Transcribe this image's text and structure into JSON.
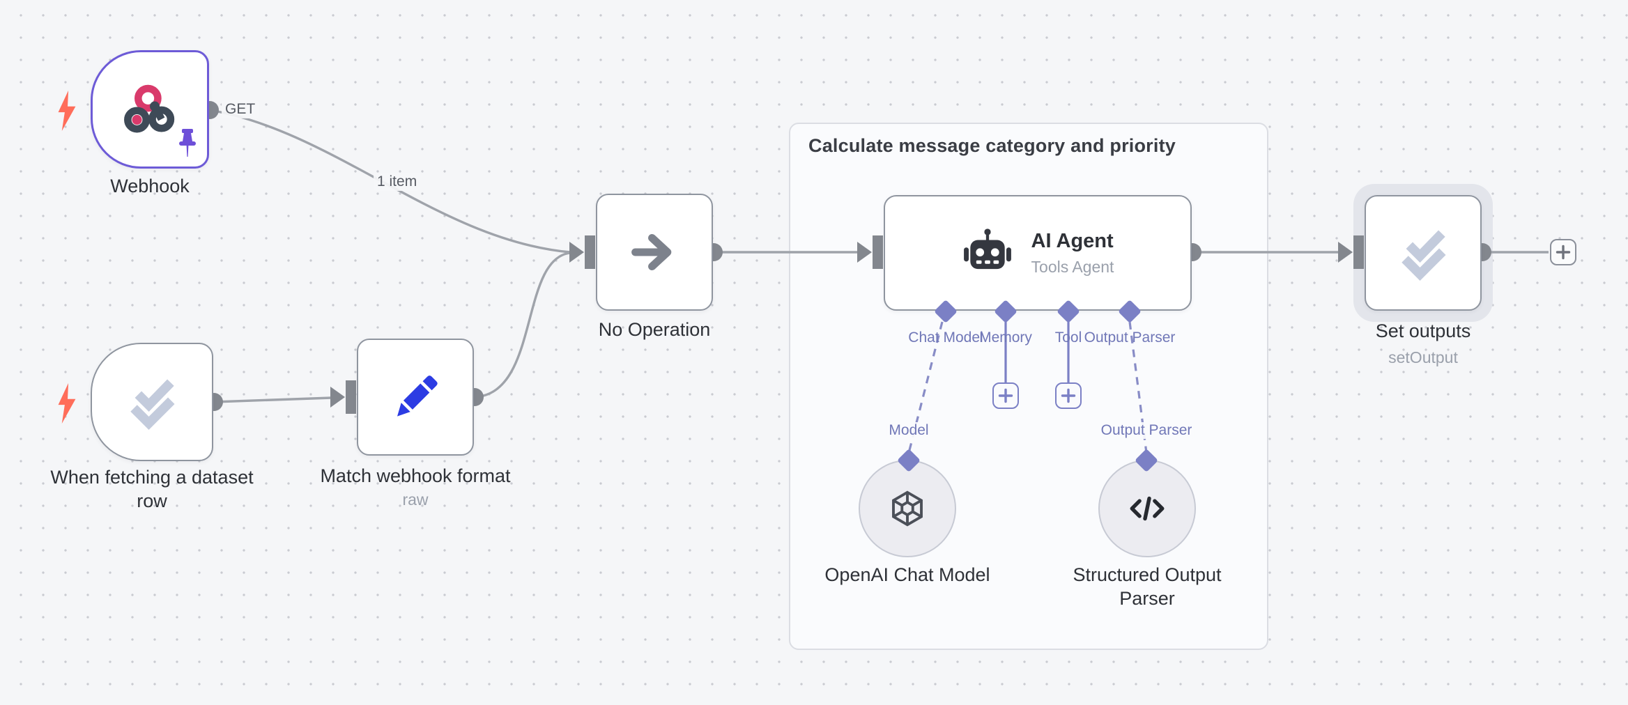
{
  "app": "workflow-canvas",
  "group": {
    "title": "Calculate message category and priority"
  },
  "edges": {
    "webhook_method": "GET",
    "webhook_items": "1 item"
  },
  "nodes": {
    "webhook": {
      "label": "Webhook"
    },
    "dataset_trigger": {
      "label": "When fetching a dataset row"
    },
    "match_format": {
      "label": "Match webhook format",
      "subtitle": "raw"
    },
    "no_operation": {
      "label": "No Operation"
    },
    "ai_agent": {
      "label": "AI Agent",
      "subtitle": "Tools Agent",
      "ports": {
        "chat_model": "Chat Model",
        "memory": "Memory",
        "tool": "Tool",
        "output_parser": "Output Parser"
      }
    },
    "openai_model": {
      "label": "OpenAI Chat Model",
      "port_label": "Model"
    },
    "structured_parser": {
      "label": "Structured Output Parser",
      "port_label": "Output Parser"
    },
    "set_outputs": {
      "label": "Set outputs",
      "subtitle": "setOutput"
    }
  },
  "colors": {
    "canvas_bg": "#f5f6f8",
    "grid_dot": "#c9cbd1",
    "node_border": "#8f959f",
    "selected_border": "#6d5bd7",
    "edge": "#9fa3aa",
    "connector": "#83878e",
    "ai_port": "#7b80c5",
    "trigger_bolt": "#ff6d5a",
    "webhook_pink": "#d93a6b",
    "webhook_dark": "#3e4a57",
    "pencil_blue": "#2c3ce3",
    "pin_purple": "#6d4fd8",
    "group_border": "#dbdde3",
    "group_bg": "#fafbfd"
  }
}
